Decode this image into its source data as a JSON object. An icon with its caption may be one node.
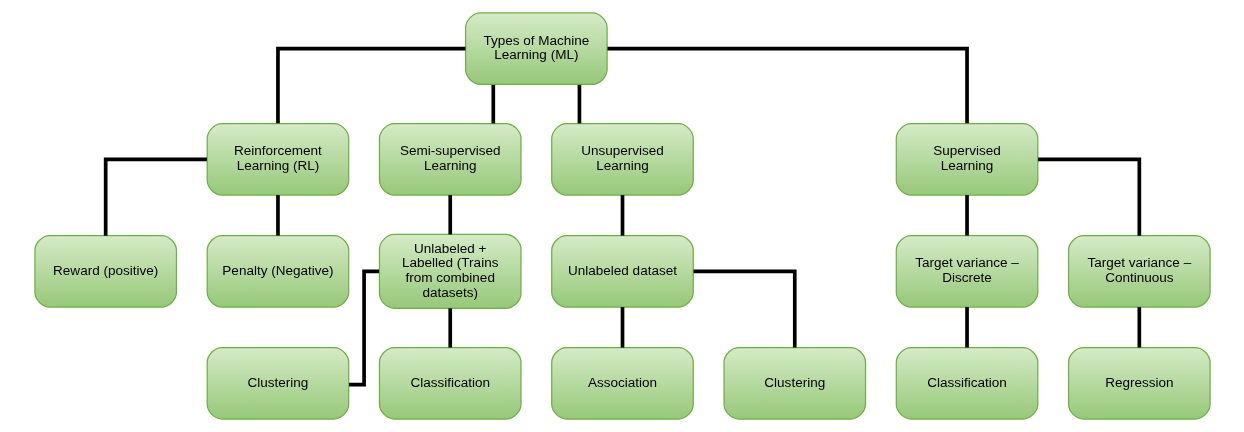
{
  "diagram": {
    "nodes": [
      {
        "text": [
          "Types of Machine Learning (ML)"
        ]
      },
      {
        "text": [
          "Reinforcement Learning (RL)"
        ]
      },
      {
        "text": [
          "Semi-supervised Learning"
        ]
      },
      {
        "text": [
          "Unsupervised Learning"
        ]
      },
      {
        "text": [
          "Supervised Learning"
        ]
      },
      {
        "text": [
          "Reward (positive)"
        ]
      },
      {
        "text": [
          "Penalty (Negative)"
        ]
      },
      {
        "text": [
          "Unlabeled + Labelled (Trains from combined datasets)"
        ]
      },
      {
        "text": [
          "Clustering"
        ]
      },
      {
        "text": [
          "Classification"
        ]
      },
      {
        "text": [
          "Unlabeled dataset"
        ]
      },
      {
        "text": [
          "Association"
        ]
      },
      {
        "text": [
          "Clustering"
        ]
      },
      {
        "text": [
          "Target variance – Discrete"
        ]
      },
      {
        "text": [
          "Target variance – Continuous"
        ]
      },
      {
        "text": [
          "Classification"
        ]
      },
      {
        "text": [
          "Regression"
        ]
      }
    ],
    "edges": [
      {
        "from": 0,
        "to": 1,
        "arrow": "none"
      },
      {
        "from": 0,
        "to": 2,
        "arrow": "none"
      },
      {
        "from": 0,
        "to": 3,
        "arrow": "none"
      },
      {
        "from": 0,
        "to": 4,
        "arrow": "none"
      },
      {
        "from": 1,
        "to": 5,
        "arrow": "none"
      },
      {
        "from": 1,
        "to": 6,
        "arrow": "none"
      },
      {
        "from": 2,
        "to": 7,
        "arrow": "none"
      },
      {
        "from": 7,
        "to": 8,
        "arrow": "none"
      },
      {
        "from": 7,
        "to": 9,
        "arrow": "none"
      },
      {
        "from": 3,
        "to": 10,
        "arrow": "none"
      },
      {
        "from": 10,
        "to": 11,
        "arrow": "none"
      },
      {
        "from": 10,
        "to": 12,
        "arrow": "none"
      },
      {
        "from": 4,
        "to": 13,
        "arrow": "none"
      },
      {
        "from": 4,
        "to": 14,
        "arrow": "none"
      },
      {
        "from": 13,
        "to": 15,
        "arrow": "none"
      },
      {
        "from": 14,
        "to": 16,
        "arrow": "none"
      }
    ]
  }
}
